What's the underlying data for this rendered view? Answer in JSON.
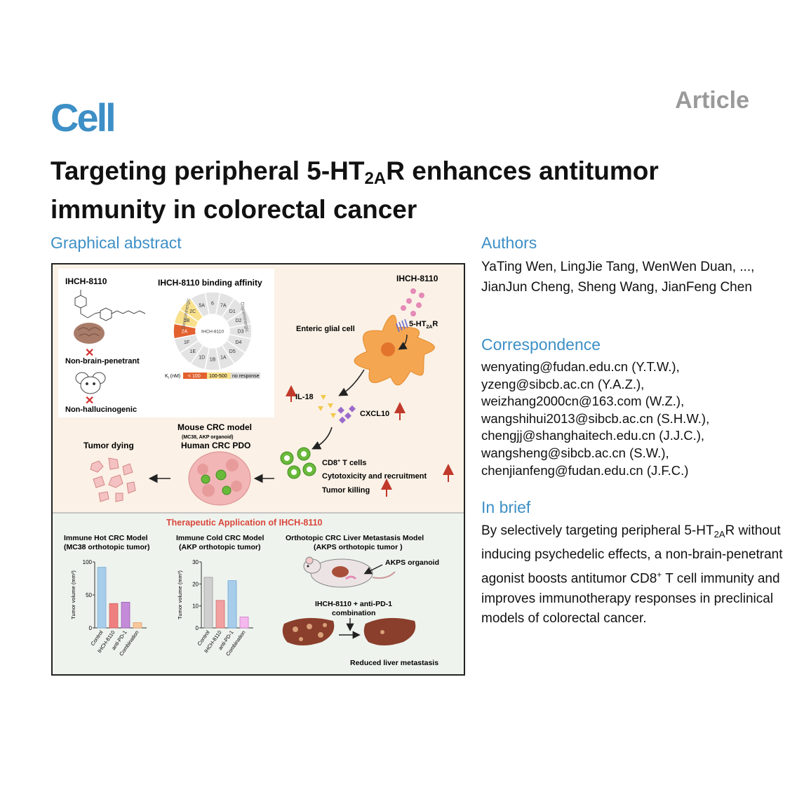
{
  "header": {
    "journal": "Cell",
    "article_type": "Article",
    "title_part1": "Targeting peripheral 5-HT",
    "title_sub": "2A",
    "title_part2": "R enhances antitumor immunity in colorectal cancer"
  },
  "sections": {
    "graphical_abstract": "Graphical abstract",
    "authors": "Authors",
    "correspondence": "Correspondence",
    "in_brief": "In brief"
  },
  "authors_text": "YaTing Wen, LingJie Tang, WenWen Duan, ..., JianJun Cheng, Sheng Wang, JianFeng Chen",
  "correspondence": [
    "wenyating@fudan.edu.cn (Y.T.W.),",
    "yzeng@sibcb.ac.cn (Y.A.Z.),",
    "weizhang2000cn@163.com (W.Z.),",
    "wangshihui2013@sibcb.ac.cn (S.H.W.),",
    "chengjj@shanghaitech.edu.cn (J.J.C.),",
    "wangsheng@sibcb.ac.cn (S.W.),",
    "chenjianfeng@fudan.edu.cn (J.F.C.)"
  ],
  "in_brief": {
    "p1": "By selectively targeting peripheral 5-HT",
    "sub": "2A",
    "p2": "R without inducing psychedelic effects, a non-brain-penetrant agonist boosts antitumor CD8",
    "sup": "+",
    "p3": " T cell immunity and improves immunotherapy responses in preclinical models of colorectal cancer."
  },
  "abstract": {
    "compound": "IHCH-8110",
    "binding_title": "IHCH-8110 binding affinity",
    "wheel_center": "IHCH-8110",
    "receptors": [
      "6",
      "7A",
      "D1",
      "D2",
      "D3",
      "D4",
      "D5",
      "1A",
      "1B",
      "1D",
      "1E",
      "1F",
      "2A",
      "2B",
      "2C",
      "5A"
    ],
    "side_label_left": "Serotoninergic",
    "side_label_right": "Dopaminergic",
    "legend_prefix": "K",
    "legend_sub": "i",
    "legend_unit": "(nM)",
    "legend_items": [
      "< 100",
      "100-500",
      "no response"
    ],
    "non_brain": "Non-brain-penetrant",
    "non_halluc": "Non-hallucinogenic",
    "ihch_top": "IHCH-8110",
    "receptor_label": "5-HT",
    "receptor_sub": "2A",
    "receptor_suffix": "R",
    "glial": "Enteric glial cell",
    "il18": "IL-18",
    "cxcl10": "CXCL10",
    "cd8": "CD8",
    "cd8_suffix": " T cells",
    "cytotox": "Cytotoxicity and recruitment",
    "tumor_killing": "Tumor killing",
    "mouse_model": "Mouse CRC model",
    "model_note": "(MC38, AKP organoid)",
    "human_model": "Human CRC PDO",
    "tumor_dying": "Tumor dying",
    "therapeutic": "Therapeutic Application of IHCH-8110",
    "hot_title1": "Immune Hot CRC Model",
    "hot_title2": "(MC38 orthotopic tumor)",
    "cold_title1": "Immune Cold CRC Model",
    "cold_title2": "(AKP orthotopic tumor)",
    "liver_title1": "Orthotopic CRC Liver Metastasis Model",
    "liver_title2": "(AKPS orthotopic tumor )",
    "akps": "AKPS organoid",
    "combo1": "IHCH-8110 + anti-PD-1",
    "combo2": "combination",
    "reduced": "Reduced liver metastasis"
  },
  "chart_data": [
    {
      "type": "bar",
      "title": "Immune Hot CRC Model (MC38 orthotopic tumor)",
      "ylabel": "Tumor volume (mm³)",
      "ylim": [
        0,
        100
      ],
      "yticks": [
        "0",
        "50",
        "100"
      ],
      "categories": [
        "Control",
        "IHCH-8110",
        "anti-PD-1",
        "Combination"
      ],
      "values": [
        92,
        37,
        39,
        8
      ],
      "colors": [
        "#a8cdea",
        "#f08080",
        "#c48bd8",
        "#f7c89a"
      ],
      "strokes": [
        "#7fb0d6",
        "#d06060",
        "#9a5fb4",
        "#e0a070"
      ]
    },
    {
      "type": "bar",
      "title": "Immune Cold CRC Model (AKP orthotopic tumor)",
      "ylabel": "Tumor volume (mm³)",
      "ylim": [
        0,
        30
      ],
      "yticks": [
        "0",
        "10",
        "20",
        "30"
      ],
      "categories": [
        "Control",
        "IHCH-8110",
        "anti-PD-1",
        "Combination"
      ],
      "values": [
        23,
        12.5,
        21.5,
        5
      ],
      "colors": [
        "#cfcfcf",
        "#f2a0a0",
        "#a8cdea",
        "#f4b8ee"
      ],
      "strokes": [
        "#999999",
        "#d07070",
        "#6ea4d2",
        "#d07ccc"
      ]
    }
  ]
}
